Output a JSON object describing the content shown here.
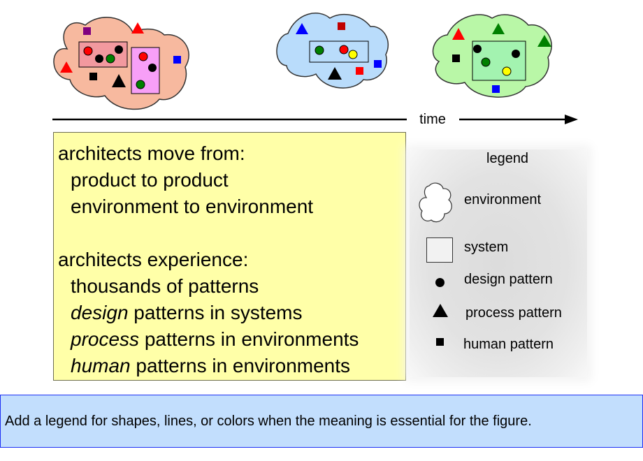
{
  "timeline": {
    "label": "time"
  },
  "environments": [
    {
      "name": "environment-1",
      "fill": "#f7b99f"
    },
    {
      "name": "environment-2",
      "fill": "#b9dcfb"
    },
    {
      "name": "environment-3",
      "fill": "#b9f7a7"
    }
  ],
  "text_panel": {
    "heading1": "architects move from:",
    "line1": "product to product",
    "line2": "environment to environment",
    "heading2": "architects experience:",
    "line3": "thousands of patterns",
    "line4_em": "design",
    "line4_rest": " patterns in systems",
    "line5_em": "process",
    "line5_rest": " patterns in environments",
    "line6_em": "human",
    "line6_rest": " patterns in environments"
  },
  "legend": {
    "title": "legend",
    "environment": "environment",
    "system": "system",
    "design_pattern": "design pattern",
    "process_pattern": "process pattern",
    "human_pattern": "human pattern"
  },
  "banner": {
    "text": "Add a legend for shapes, lines, or colors when the meaning is essential for the figure."
  },
  "colors": {
    "red": "#ff0000",
    "green": "#008000",
    "blue": "#0000ff",
    "yellow": "#ffff00",
    "purple": "#800080",
    "dark_red": "#c00000",
    "black": "#000000"
  }
}
